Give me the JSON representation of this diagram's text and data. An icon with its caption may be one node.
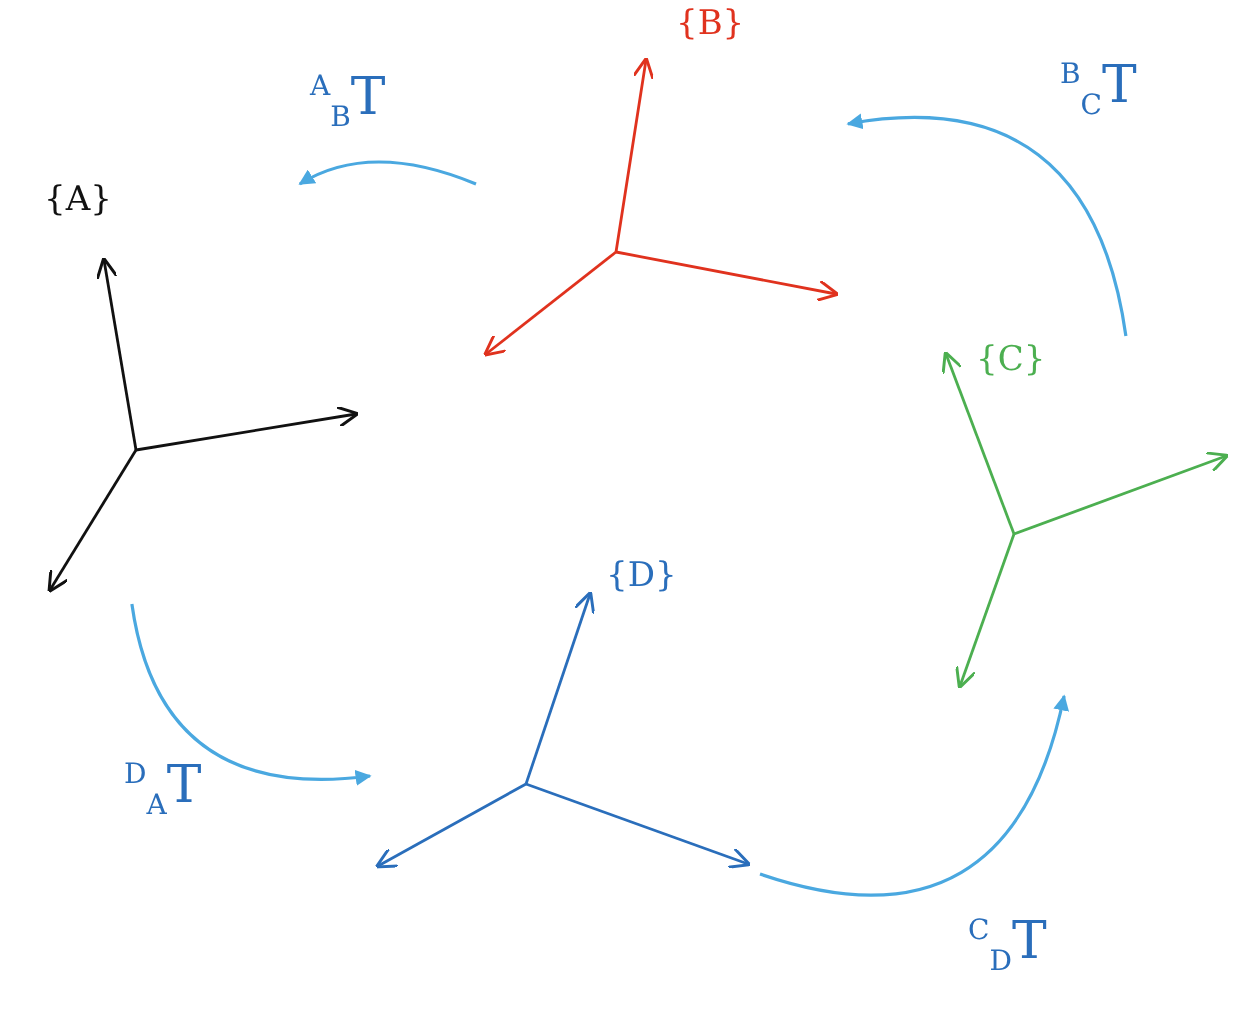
{
  "diagram": {
    "nodes": [
      {
        "text": [
          "{A}"
        ]
      },
      {
        "text": [
          "{B}"
        ]
      },
      {
        "text": [
          "{C}"
        ]
      },
      {
        "text": [
          "{D}"
        ]
      }
    ],
    "edges": [
      {
        "from": 1,
        "to": 0,
        "arrow": "to",
        "label": "$^{A}$$_{B}$T"
      },
      {
        "from": 2,
        "to": 1,
        "arrow": "to",
        "label": "$^{B}$$_{C}$T"
      },
      {
        "from": 0,
        "to": 3,
        "arrow": "to",
        "label": "$^{D}$$_{A}$T"
      },
      {
        "from": 3,
        "to": 2,
        "arrow": "to",
        "label": "$^{C}$$_{D}$T"
      }
    ]
  }
}
